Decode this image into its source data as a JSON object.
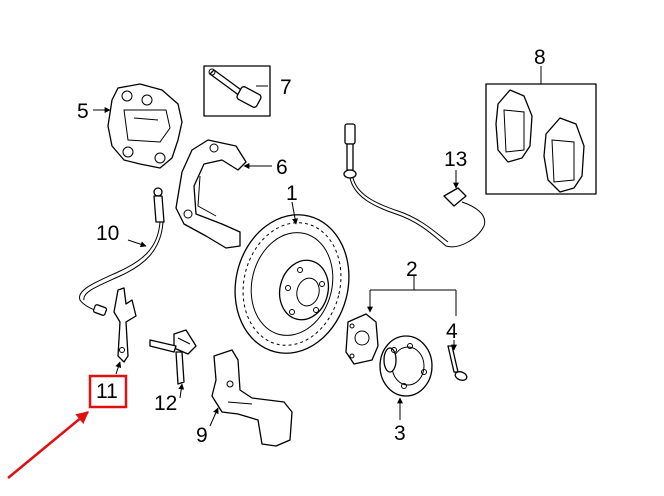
{
  "diagram": {
    "callouts": {
      "c1": "1",
      "c2": "2",
      "c3": "3",
      "c4": "4",
      "c5": "5",
      "c6": "6",
      "c7": "7",
      "c8": "8",
      "c9": "9",
      "c10": "10",
      "c11": "11",
      "c12": "12",
      "c13": "13"
    },
    "highlight": {
      "target_callout": "11",
      "color": "#e01010"
    }
  }
}
